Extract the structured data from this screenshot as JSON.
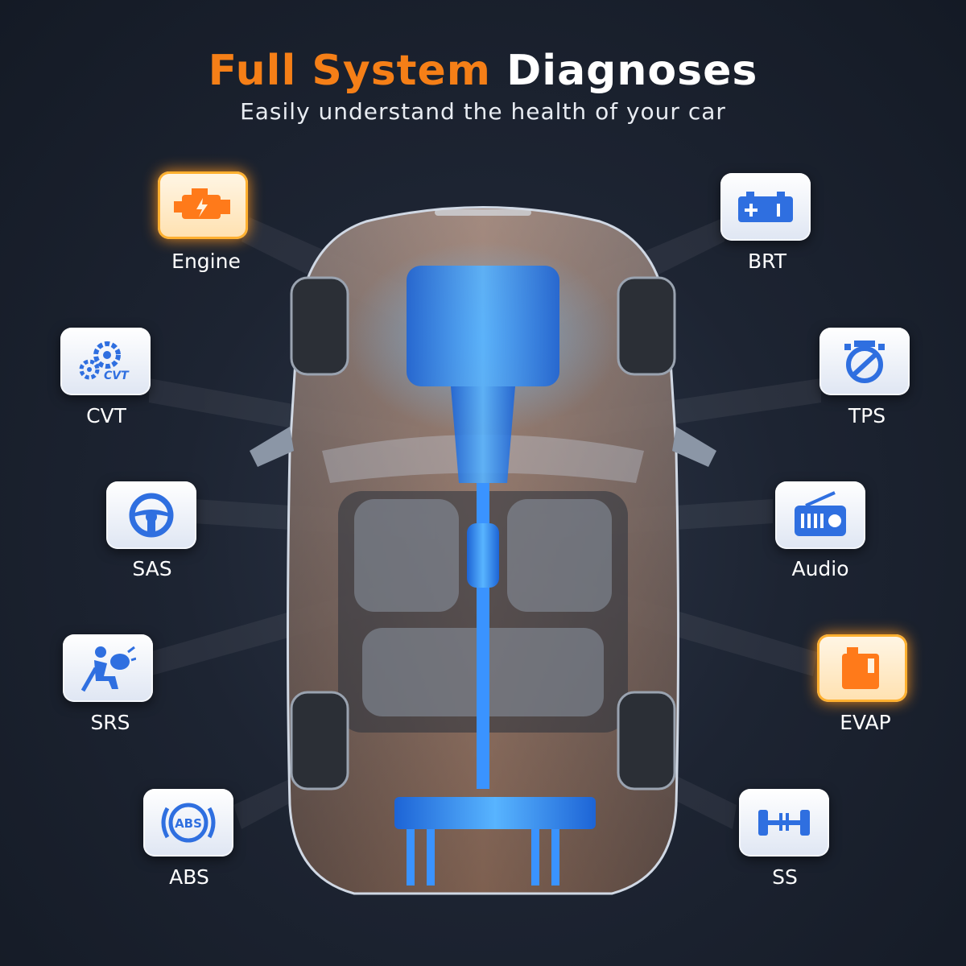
{
  "header": {
    "title_accent": "Full System",
    "title_main": "Diagnoses",
    "subtitle": "Easily understand the health of your car"
  },
  "systems": {
    "engine": {
      "label": "Engine",
      "icon": "engine-icon",
      "highlighted": true
    },
    "brt": {
      "label": "BRT",
      "icon": "battery-icon",
      "highlighted": false
    },
    "cvt": {
      "label": "CVT",
      "icon": "cvt-gears-icon",
      "highlighted": false
    },
    "tps": {
      "label": "TPS",
      "icon": "throttle-sensor-icon",
      "highlighted": false
    },
    "sas": {
      "label": "SAS",
      "icon": "steering-wheel-icon",
      "highlighted": false
    },
    "audio": {
      "label": "Audio",
      "icon": "radio-icon",
      "highlighted": false
    },
    "srs": {
      "label": "SRS",
      "icon": "airbag-seat-icon",
      "highlighted": false
    },
    "evap": {
      "label": "EVAP",
      "icon": "fuel-canister-icon",
      "highlighted": true
    },
    "abs": {
      "label": "ABS",
      "icon": "abs-icon",
      "highlighted": false
    },
    "ss": {
      "label": "SS",
      "icon": "suspension-axle-icon",
      "highlighted": false
    }
  },
  "colors": {
    "accent_orange": "#f57f17",
    "icon_blue": "#2f6fe0",
    "highlight_orange": "#ff7a1a",
    "car_body": "#b5622a",
    "drivetrain_blue": "#2f8cff"
  }
}
